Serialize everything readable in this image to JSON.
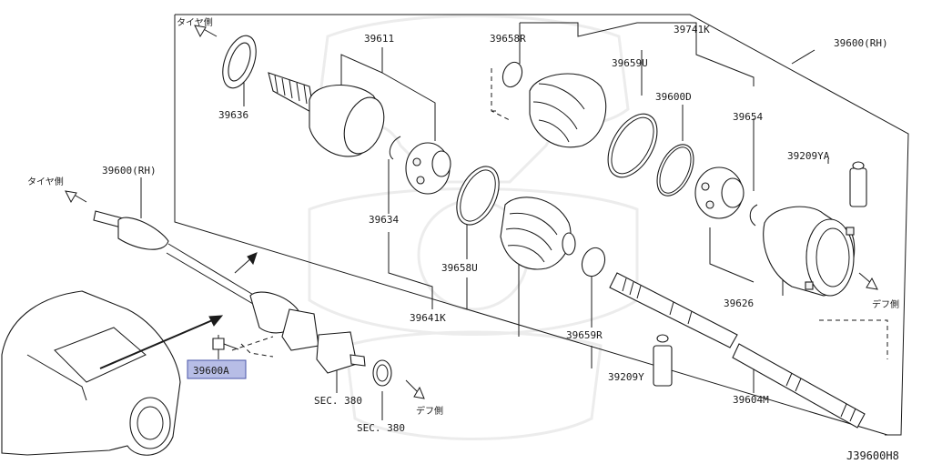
{
  "diagram_code": "J39600H8",
  "direction_labels": {
    "tire_side": "タイヤ側",
    "diff_side": "デフ側"
  },
  "part_labels": {
    "p39600_rh_top": "39600(RH)",
    "p39600_rh_left": "39600(RH)",
    "p39611": "39611",
    "p39636": "39636",
    "p39658r": "39658R",
    "p39659u": "39659U",
    "p39741k": "39741K",
    "p39600d": "39600D",
    "p39654": "39654",
    "p39209ya": "39209YA",
    "p39634": "39634",
    "p39658u": "39658U",
    "p39641k": "39641K",
    "p39659r": "39659R",
    "p39626": "39626",
    "p39209y": "39209Y",
    "p39604m": "39604M",
    "p39600a": "39600A",
    "sec380_a": "SEC. 380",
    "sec380_b": "SEC. 380"
  },
  "colors": {
    "line": "#1a1a1a",
    "highlight_fill": "#b7bde6",
    "highlight_border": "#4a55a8",
    "watermark": "#ececec"
  }
}
